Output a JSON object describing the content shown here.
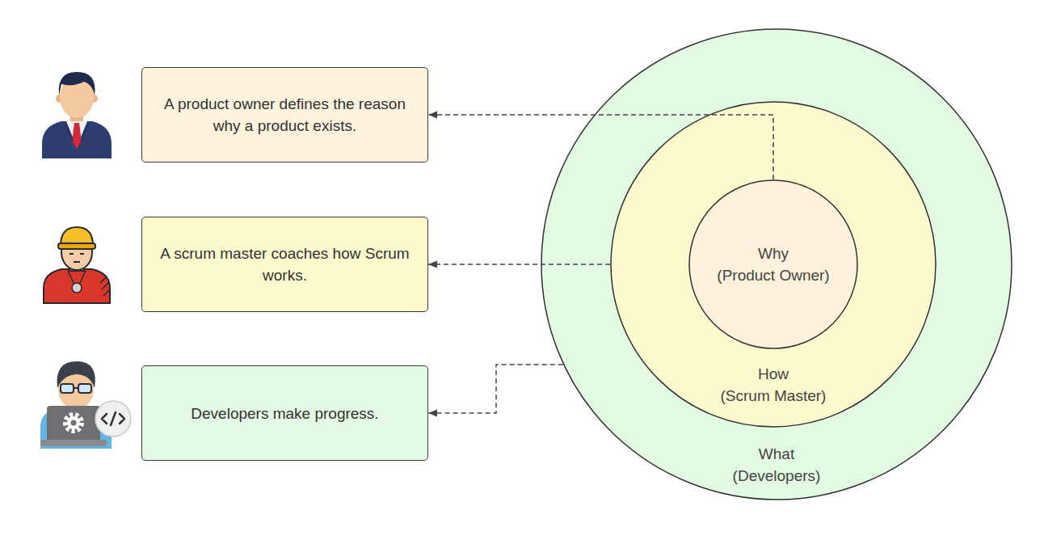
{
  "diagram": {
    "nodes": [
      {
        "text": [
          "A product owner defines the reason why a product exists."
        ]
      },
      {
        "text": [
          "A scrum master coaches how Scrum works."
        ]
      },
      {
        "text": [
          "Developers make progress."
        ]
      },
      {
        "text": [
          "What",
          "(Developers)"
        ]
      },
      {
        "text": [
          "How",
          "(Scrum Master)"
        ],
        "in": 3
      },
      {
        "text": [
          "Why",
          "(Product Owner)"
        ],
        "in": 4
      }
    ],
    "edges": [
      {
        "from": 5,
        "to": 0,
        "arrow": "to"
      },
      {
        "from": 4,
        "to": 1,
        "arrow": "to"
      },
      {
        "from": 3,
        "to": 2,
        "arrow": "to"
      }
    ]
  }
}
